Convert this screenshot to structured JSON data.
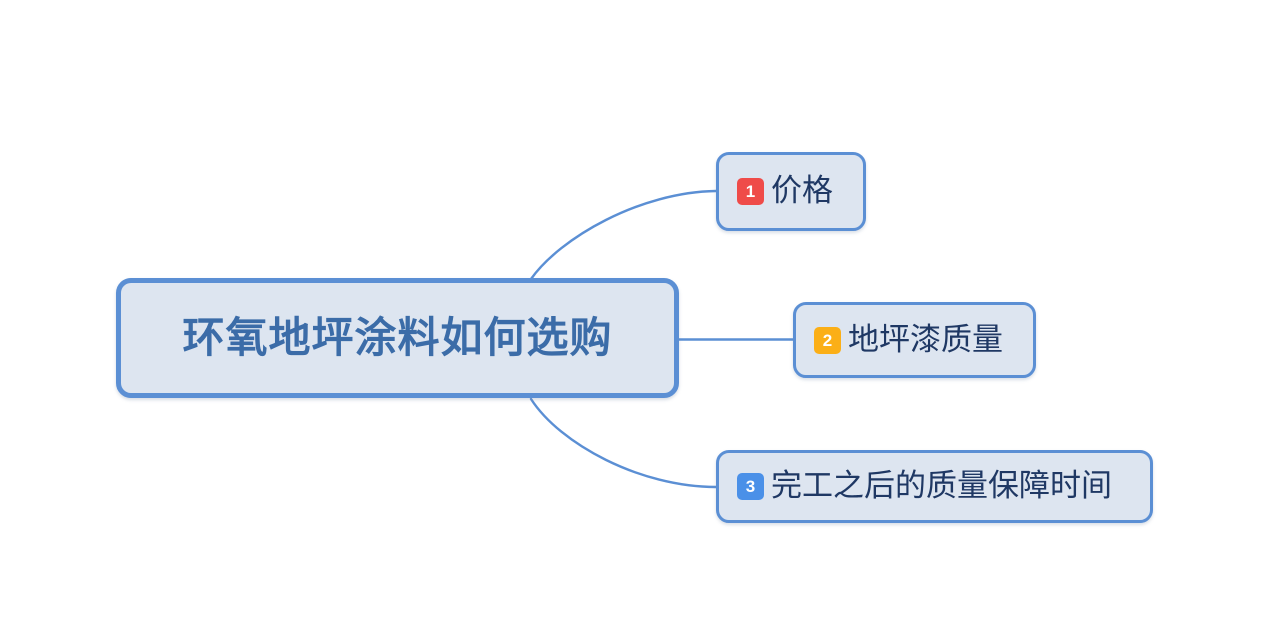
{
  "diagram": {
    "type": "mind-map",
    "background_color": "#ffffff",
    "root": {
      "label": "环氧地坪涂料如何选购",
      "text_color": "#3b6ca8",
      "fill_color": "#dde5f0",
      "border_color": "#5b8fd4"
    },
    "branches": [
      {
        "number": "1",
        "label": "价格",
        "badge_color": "#ef4b49",
        "connector": "curve-up"
      },
      {
        "number": "2",
        "label": "地坪漆质量",
        "badge_color": "#fbaf17",
        "connector": "straight"
      },
      {
        "number": "3",
        "label": "完工之后的质量保障时间",
        "badge_color": "#4a90e8",
        "connector": "curve-down"
      }
    ],
    "connector_color": "#5b8fd4"
  }
}
